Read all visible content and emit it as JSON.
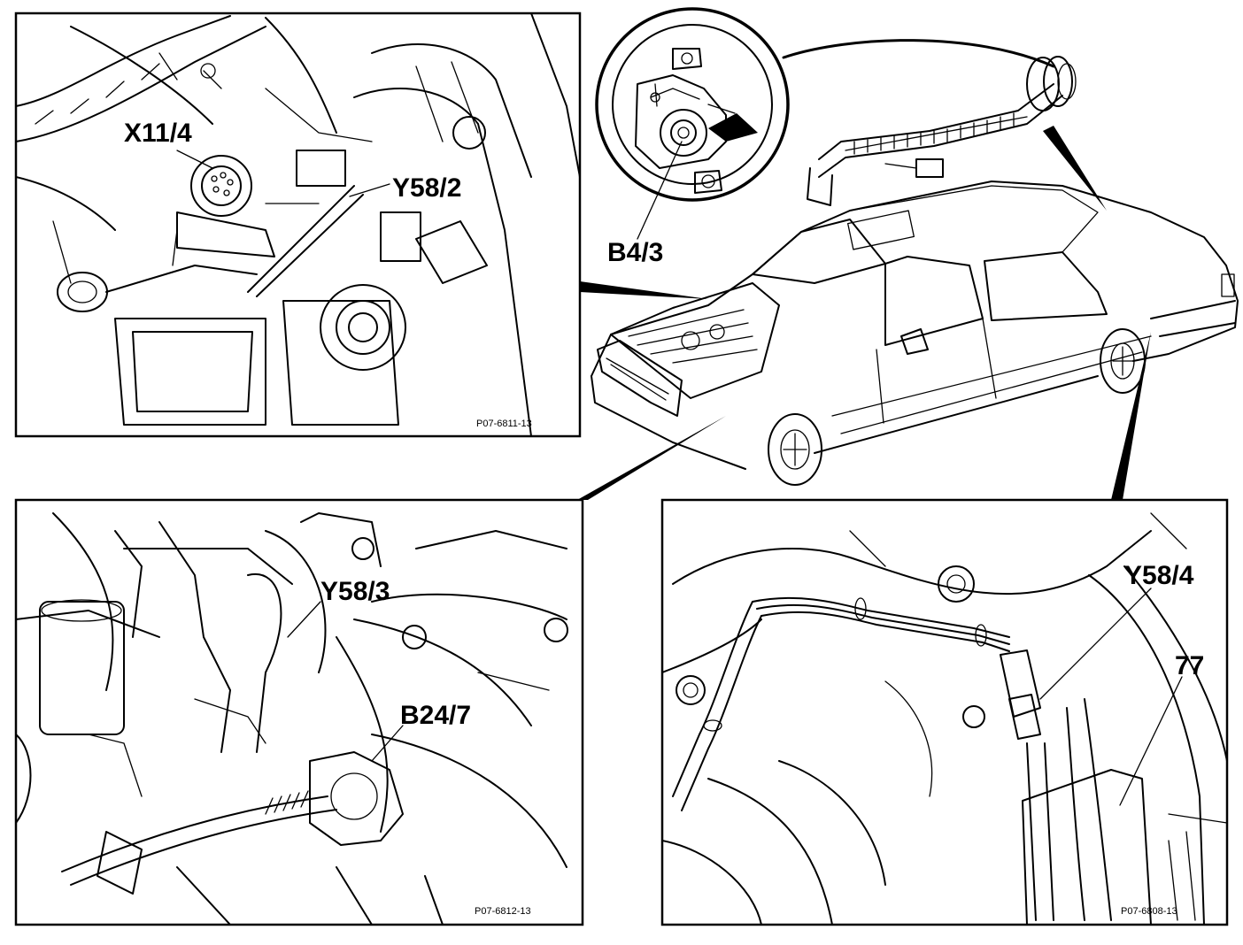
{
  "labels": {
    "x11_4": "X11/4",
    "y58_2": "Y58/2",
    "b4_3": "B4/3",
    "y58_3": "Y58/3",
    "b24_7": "B24/7",
    "y58_4": "Y58/4",
    "part_77": "77"
  },
  "refs": {
    "top_left": "P07-6811-13",
    "bottom_left": "P07-6812-13",
    "bottom_right": "P07-6808-13"
  }
}
